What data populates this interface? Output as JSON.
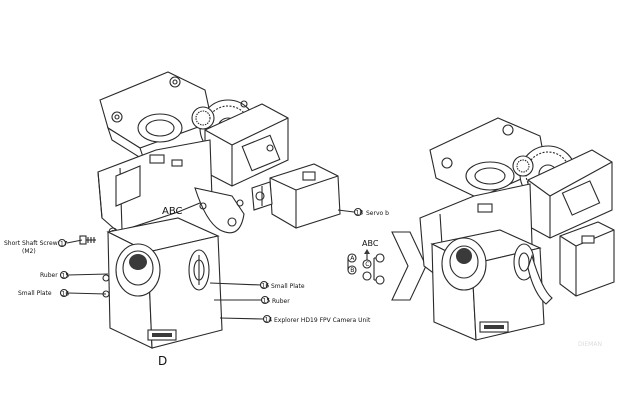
{
  "assembly_left": {
    "group_label": "ABC",
    "bottom_label": "D",
    "callouts": [
      {
        "id": "short_shaft_screw",
        "number": "17",
        "text": "Short Shaft Screw",
        "sub": "(M2)"
      },
      {
        "id": "rubber_left",
        "number": "15",
        "text": "Ruber"
      },
      {
        "id": "small_plate_left",
        "number": "16",
        "text": "Small Plate"
      },
      {
        "id": "small_plate_right",
        "number": "16",
        "text": "Small Plate"
      },
      {
        "id": "rubber_right",
        "number": "15",
        "text": "Ruber"
      },
      {
        "id": "camera_unit",
        "number": "14",
        "text": "Explorer HD19 FPV Camera Unit"
      },
      {
        "id": "servo",
        "number": "18",
        "text": "Servo b"
      }
    ]
  },
  "legend": {
    "label": "ABC",
    "letters": [
      "A",
      "B",
      "C"
    ],
    "icon": "up-arrow-icon"
  },
  "transition": {
    "icon": "right-chevron-arrow-icon"
  },
  "watermark": {
    "text": "DIEMAN"
  }
}
